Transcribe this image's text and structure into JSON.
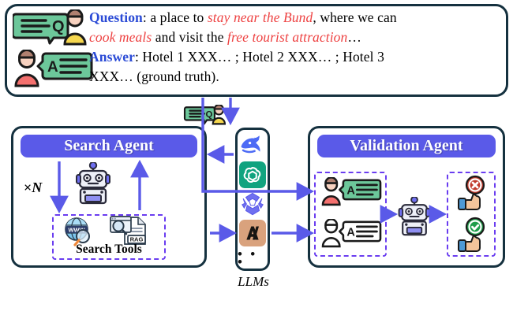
{
  "diagram": {
    "title": "Search Agent and Validation Agent pipeline",
    "colors": {
      "border": "#15313f",
      "agent_header": "#5a5ae8",
      "arrow": "#5a5ae8",
      "dashed": "#6a3df0",
      "keyword": "#2b4bd6",
      "highlight": "#ee4242",
      "openai_green": "#10a37f",
      "claude_tan": "#d9a27d"
    }
  },
  "qa": {
    "question_label": "Question",
    "question_parts": [
      {
        "text": ": a place to ",
        "style": "plain"
      },
      {
        "text": "stay near the Bund",
        "style": "highlight"
      },
      {
        "text": ", where we can ",
        "style": "plain"
      },
      {
        "text": "cook meals",
        "style": "highlight"
      },
      {
        "text": " and visit the ",
        "style": "plain"
      },
      {
        "text": "free tourist attraction",
        "style": "highlight"
      },
      {
        "text": "…",
        "style": "plain"
      }
    ],
    "question_line1": ": a place to ",
    "question_hl1": "stay near the Bund",
    "question_mid1": ", where we can",
    "question_hl2": "cook meals",
    "question_mid2": " and visit the ",
    "question_hl3": "free tourist attraction",
    "question_tail": "…",
    "answer_label": "Answer",
    "answer_line1": ": Hotel 1 XXX… ; Hotel 2 XXX…  ; Hotel 3",
    "answer_line2": "XXX… (ground truth).",
    "question_icon": "question-speech-bubble-user-icon",
    "answer_icon": "answer-speech-bubble-user-icon"
  },
  "search_agent": {
    "title": "Search Agent",
    "loop_label_prefix": "×",
    "loop_label_var": "N",
    "robot_icon": "robot-icon",
    "tools_label": "Search Tools",
    "tool_icons": [
      {
        "name": "web-search-globe-icon",
        "label": "WWW"
      },
      {
        "name": "rag-document-icon",
        "label": "RAG"
      }
    ]
  },
  "llms": {
    "caption": "LLMs",
    "items": [
      {
        "name": "deepseek-whale-icon",
        "label": "DeepSeek"
      },
      {
        "name": "openai-logo-icon",
        "label": "OpenAI"
      },
      {
        "name": "qwen-logo-icon",
        "label": "Qwen"
      },
      {
        "name": "anthropic-claude-icon",
        "label": "Claude"
      }
    ],
    "more_indicator": "• • •"
  },
  "validation_agent": {
    "title": "Validation Agent",
    "inputs": [
      {
        "name": "ground-truth-answer-icon",
        "label": "A"
      },
      {
        "name": "generated-answer-icon",
        "label": "A"
      }
    ],
    "judge_icon": "robot-judge-icon",
    "verdicts": [
      {
        "name": "thumbs-reject-icon",
        "symbol": "✖",
        "color": "#c0392b"
      },
      {
        "name": "thumbs-approve-icon",
        "symbol": "✔",
        "color": "#1e9e4a"
      }
    ]
  },
  "flow_icon": {
    "name": "question-routing-icon",
    "label": "Q"
  }
}
